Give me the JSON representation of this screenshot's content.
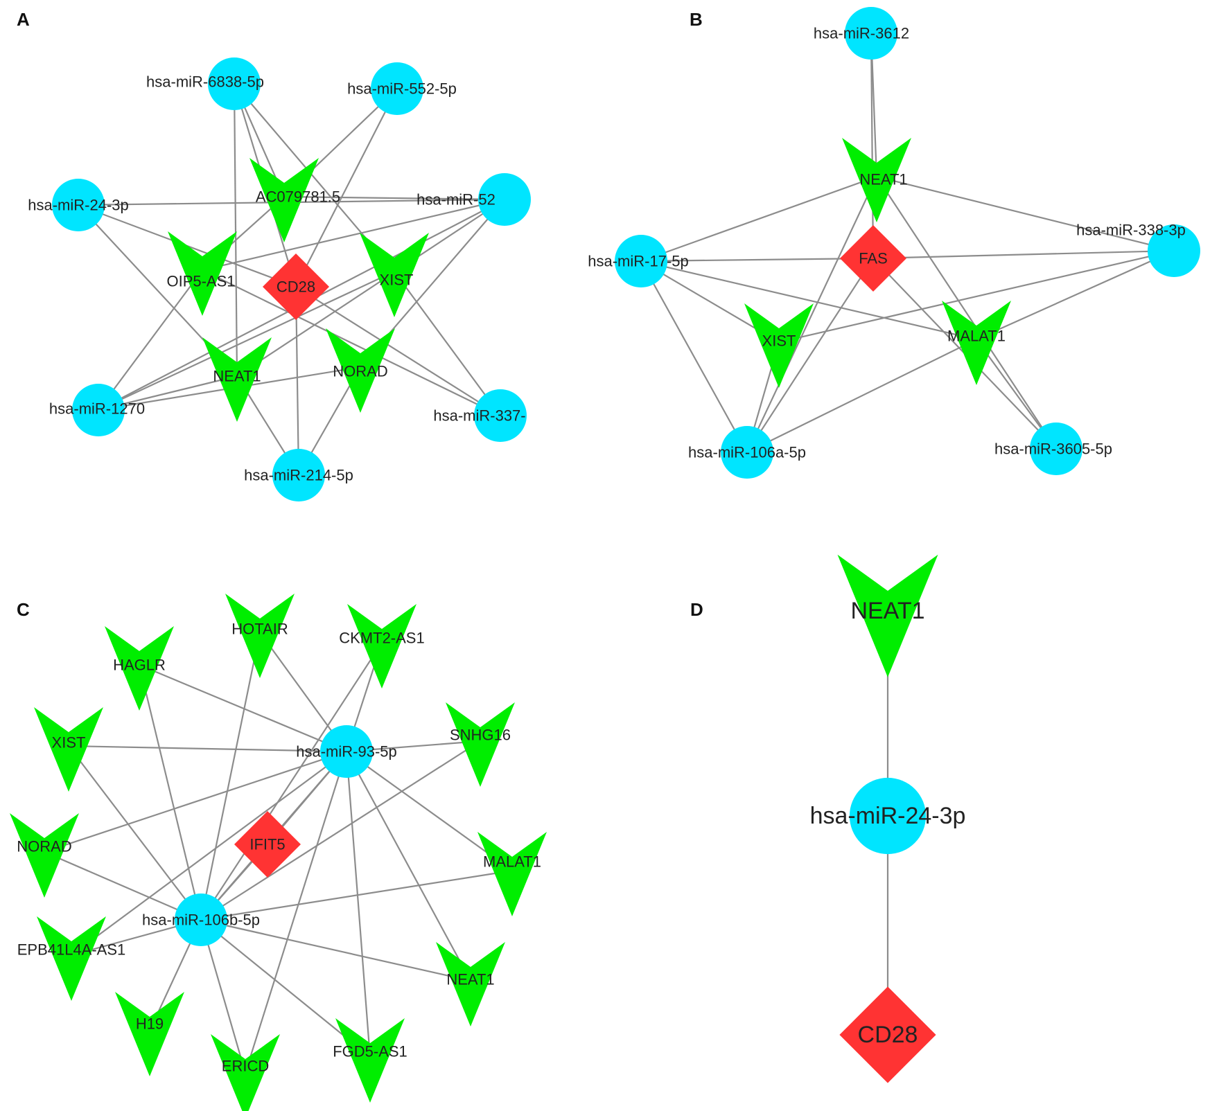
{
  "colors": {
    "mirna": "#00e5ff",
    "lncrna": "#00ee00",
    "mrna": "#ff3333",
    "edge": "#8c8c8c"
  },
  "legend_shapes": {
    "mirna": "circle",
    "lncrna": "v-arrow",
    "mrna": "diamond"
  },
  "panels": [
    {
      "letter": "A",
      "nodes": [
        {
          "id": "mir6838",
          "label": "hsa-miR-6838-5p",
          "type": "mirna"
        },
        {
          "id": "mir552",
          "label": "hsa-miR-552-5p",
          "type": "mirna"
        },
        {
          "id": "mir24",
          "label": "hsa-miR-24-3p",
          "type": "mirna"
        },
        {
          "id": "mir52",
          "label": "hsa-miR-52",
          "type": "mirna"
        },
        {
          "id": "ac079781",
          "label": "AC079781.5",
          "type": "lncrna"
        },
        {
          "id": "oip5",
          "label": "OIP5-AS1",
          "type": "lncrna"
        },
        {
          "id": "cd28",
          "label": "CD28",
          "type": "mrna"
        },
        {
          "id": "xist",
          "label": "XIST",
          "type": "lncrna"
        },
        {
          "id": "neat1",
          "label": "NEAT1",
          "type": "lncrna"
        },
        {
          "id": "norad",
          "label": "NORAD",
          "type": "lncrna"
        },
        {
          "id": "mir1270",
          "label": "hsa-miR-1270",
          "type": "mirna"
        },
        {
          "id": "mir337",
          "label": "hsa-miR-337-",
          "type": "mirna"
        },
        {
          "id": "mir214",
          "label": "hsa-miR-214-5p",
          "type": "mirna"
        }
      ],
      "edges": [
        [
          "mir6838",
          "ac079781"
        ],
        [
          "mir6838",
          "cd28"
        ],
        [
          "mir6838",
          "neat1"
        ],
        [
          "mir6838",
          "xist"
        ],
        [
          "mir552",
          "ac079781"
        ],
        [
          "mir552",
          "cd28"
        ],
        [
          "mir24",
          "mir52"
        ],
        [
          "mir24",
          "neat1"
        ],
        [
          "mir24",
          "cd28"
        ],
        [
          "mir52",
          "ac079781"
        ],
        [
          "mir52",
          "mir1270"
        ],
        [
          "mir52",
          "oip5"
        ],
        [
          "mir52",
          "neat1"
        ],
        [
          "mir52",
          "norad"
        ],
        [
          "oip5",
          "mir1270"
        ],
        [
          "oip5",
          "ac079781"
        ],
        [
          "oip5",
          "mir337"
        ],
        [
          "xist",
          "mir1270"
        ],
        [
          "xist",
          "mir337"
        ],
        [
          "cd28",
          "mir214"
        ],
        [
          "cd28",
          "mir337"
        ],
        [
          "neat1",
          "mir214"
        ],
        [
          "neat1",
          "mir1270"
        ],
        [
          "norad",
          "mir214"
        ],
        [
          "norad",
          "mir1270"
        ]
      ]
    },
    {
      "letter": "B",
      "nodes": [
        {
          "id": "mir3612",
          "label": "hsa-miR-3612",
          "type": "mirna"
        },
        {
          "id": "neat1",
          "label": "NEAT1",
          "type": "lncrna"
        },
        {
          "id": "mir17",
          "label": "hsa-miR-17-5p",
          "type": "mirna"
        },
        {
          "id": "fas",
          "label": "FAS",
          "type": "mrna"
        },
        {
          "id": "mir338",
          "label": "hsa-miR-338-3p",
          "type": "mirna"
        },
        {
          "id": "xist",
          "label": "XIST",
          "type": "lncrna"
        },
        {
          "id": "malat1",
          "label": "MALAT1",
          "type": "lncrna"
        },
        {
          "id": "mir106a",
          "label": "hsa-miR-106a-5p",
          "type": "mirna"
        },
        {
          "id": "mir3605",
          "label": "hsa-miR-3605-5p",
          "type": "mirna"
        }
      ],
      "edges": [
        [
          "mir3612",
          "neat1"
        ],
        [
          "mir3612",
          "fas"
        ],
        [
          "neat1",
          "mir17"
        ],
        [
          "neat1",
          "mir338"
        ],
        [
          "neat1",
          "mir3605"
        ],
        [
          "neat1",
          "mir106a"
        ],
        [
          "mir17",
          "fas"
        ],
        [
          "mir17",
          "xist"
        ],
        [
          "mir17",
          "malat1"
        ],
        [
          "mir17",
          "mir106a"
        ],
        [
          "fas",
          "mir338"
        ],
        [
          "fas",
          "mir106a"
        ],
        [
          "fas",
          "mir3605"
        ],
        [
          "mir338",
          "xist"
        ],
        [
          "mir338",
          "malat1"
        ],
        [
          "xist",
          "mir106a"
        ],
        [
          "malat1",
          "mir106a"
        ],
        [
          "malat1",
          "mir3605"
        ]
      ]
    },
    {
      "letter": "C",
      "nodes": [
        {
          "id": "hotair",
          "label": "HOTAIR",
          "type": "lncrna"
        },
        {
          "id": "ckmt2",
          "label": "CKMT2-AS1",
          "type": "lncrna"
        },
        {
          "id": "haglr",
          "label": "HAGLR",
          "type": "lncrna"
        },
        {
          "id": "xist",
          "label": "XIST",
          "type": "lncrna"
        },
        {
          "id": "snhg16",
          "label": "SNHG16",
          "type": "lncrna"
        },
        {
          "id": "mir93",
          "label": "hsa-miR-93-5p",
          "type": "mirna"
        },
        {
          "id": "ifit5",
          "label": "IFIT5",
          "type": "mrna"
        },
        {
          "id": "norad",
          "label": "NORAD",
          "type": "lncrna"
        },
        {
          "id": "malat1",
          "label": "MALAT1",
          "type": "lncrna"
        },
        {
          "id": "mir106b",
          "label": "hsa-miR-106b-5p",
          "type": "mirna"
        },
        {
          "id": "epb41",
          "label": "EPB41L4A-AS1",
          "type": "lncrna"
        },
        {
          "id": "neat1",
          "label": "NEAT1",
          "type": "lncrna"
        },
        {
          "id": "h19",
          "label": "H19",
          "type": "lncrna"
        },
        {
          "id": "ericd",
          "label": "ERICD",
          "type": "lncrna"
        },
        {
          "id": "fgd5",
          "label": "FGD5-AS1",
          "type": "lncrna"
        }
      ],
      "edges": [
        [
          "mir93",
          "haglr"
        ],
        [
          "mir93",
          "hotair"
        ],
        [
          "mir93",
          "ckmt2"
        ],
        [
          "mir93",
          "xist"
        ],
        [
          "mir93",
          "snhg16"
        ],
        [
          "mir93",
          "norad"
        ],
        [
          "mir93",
          "malat1"
        ],
        [
          "mir93",
          "neat1"
        ],
        [
          "mir93",
          "fgd5"
        ],
        [
          "mir93",
          "ericd"
        ],
        [
          "mir93",
          "epb41"
        ],
        [
          "mir93",
          "ifit5"
        ],
        [
          "mir93",
          "mir106b"
        ],
        [
          "mir106b",
          "haglr"
        ],
        [
          "mir106b",
          "hotair"
        ],
        [
          "mir106b",
          "ckmt2"
        ],
        [
          "mir106b",
          "xist"
        ],
        [
          "mir106b",
          "snhg16"
        ],
        [
          "mir106b",
          "norad"
        ],
        [
          "mir106b",
          "malat1"
        ],
        [
          "mir106b",
          "neat1"
        ],
        [
          "mir106b",
          "fgd5"
        ],
        [
          "mir106b",
          "ericd"
        ],
        [
          "mir106b",
          "h19"
        ],
        [
          "mir106b",
          "epb41"
        ],
        [
          "mir106b",
          "ifit5"
        ]
      ]
    },
    {
      "letter": "D",
      "nodes": [
        {
          "id": "neat1",
          "label": "NEAT1",
          "type": "lncrna"
        },
        {
          "id": "mir24",
          "label": "hsa-miR-24-3p",
          "type": "mirna"
        },
        {
          "id": "cd28",
          "label": "CD28",
          "type": "mrna"
        }
      ],
      "edges": [
        [
          "neat1",
          "mir24"
        ],
        [
          "mir24",
          "cd28"
        ]
      ]
    }
  ]
}
